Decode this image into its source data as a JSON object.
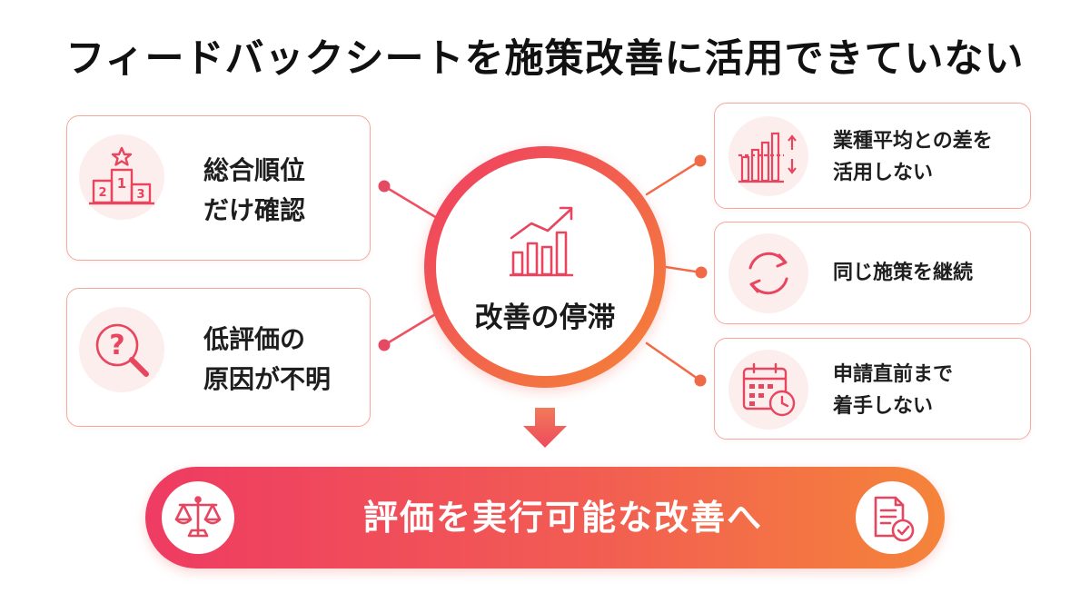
{
  "title": "フィードバックシートを施策改善に活用できていない",
  "left_cards": [
    {
      "line1": "総合順位",
      "line2": "だけ確認",
      "icon": "podium-icon",
      "podium_labels": [
        "1",
        "2",
        "3"
      ]
    },
    {
      "line1": "低評価の",
      "line2": "原因が不明",
      "icon": "question-magnifier-icon",
      "glyph": "?"
    }
  ],
  "right_cards": [
    {
      "line1": "業種平均との差を",
      "line2": "活用しない",
      "icon": "bar-comparison-icon"
    },
    {
      "line1": "同じ施策を継続",
      "icon": "cycle-arrows-icon"
    },
    {
      "line1": "申請直前まで",
      "line2": "着手しない",
      "icon": "calendar-clock-icon"
    }
  ],
  "hub": {
    "label": "改善の停滞",
    "icon": "rising-bar-chart-icon"
  },
  "banner": {
    "text": "評価を実行可能な改善へ",
    "left_icon": "balance-scale-icon",
    "right_icon": "document-check-icon"
  },
  "colors": {
    "accent_red": "#ef3c63",
    "accent_orange": "#f5843a",
    "card_border": "#f3a99d",
    "icon_bg": "#fdeeee"
  }
}
